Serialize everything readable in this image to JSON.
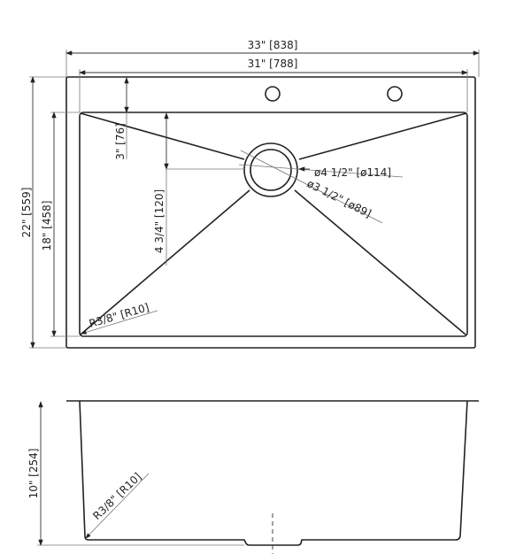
{
  "top_view": {
    "overall_width": "33\" [838]",
    "basin_width": "31\" [788]",
    "overall_depth": "22\" [559]",
    "basin_depth": "18\" [458]",
    "deck_width": "3\" [76]",
    "drain_offset": "4 3/4\" [120]",
    "drain_outer_diameter": "ø4 1/2\" [ø114]",
    "drain_inner_diameter": "ø3 1/2\" [ø89]",
    "corner_radius": "R3/8\" [R10]"
  },
  "side_view": {
    "bowl_depth": "10\" [254]",
    "corner_radius": "R3/8\" [R10]"
  },
  "colors": {
    "line": "#222222"
  }
}
